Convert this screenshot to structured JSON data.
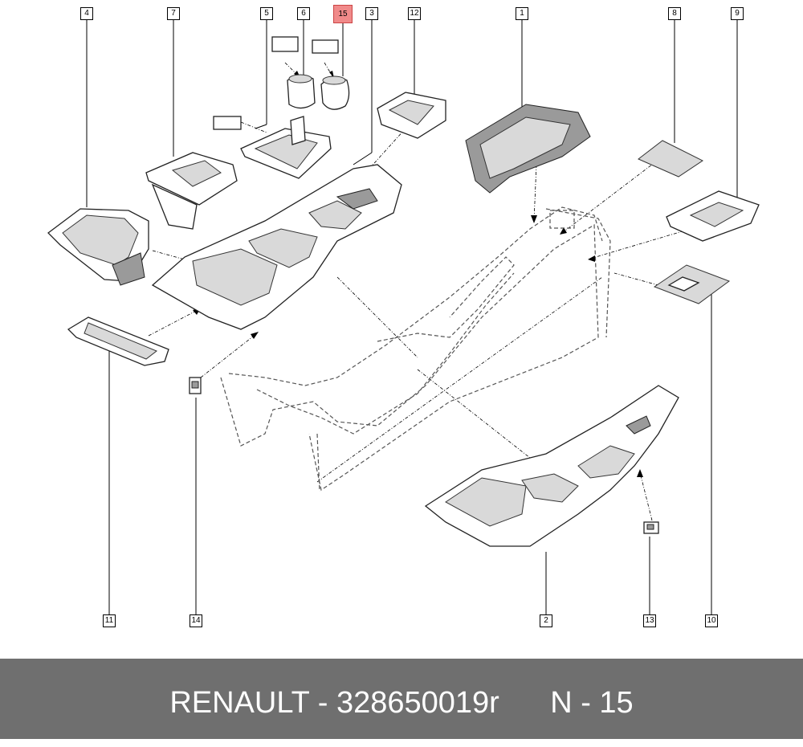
{
  "diagram": {
    "callouts": [
      "1",
      "2",
      "3",
      "4",
      "5",
      "6",
      "7",
      "8",
      "9",
      "10",
      "11",
      "12",
      "13",
      "14",
      "15"
    ],
    "highlighted": "15"
  },
  "footer": {
    "brand": "RENAULT",
    "separator": " - ",
    "part_number": "328650019r",
    "position_label": "N - 15"
  },
  "colors": {
    "footer_background": "#6f6f6f",
    "footer_text": "#ffffff",
    "highlight": "#f08a8a",
    "line": "#000000"
  }
}
